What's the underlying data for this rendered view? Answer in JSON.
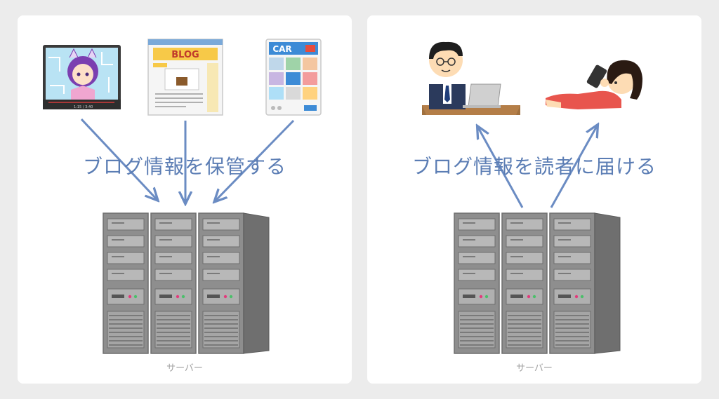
{
  "left_panel": {
    "caption": "ブログ情報を保管する",
    "server_label": "サーバー",
    "icons": {
      "video_time": "1:15 / 3:40",
      "blog_banner": "BLOG",
      "car_banner": "CAR"
    }
  },
  "right_panel": {
    "caption": "ブログ情報を読者に届ける",
    "server_label": "サーバー"
  },
  "colors": {
    "arrow": "#6b8cc3",
    "caption": "#5b7db4",
    "server_body": "#8a8a8a",
    "panel_bg": "#ffffff",
    "page_bg": "#ececec"
  }
}
